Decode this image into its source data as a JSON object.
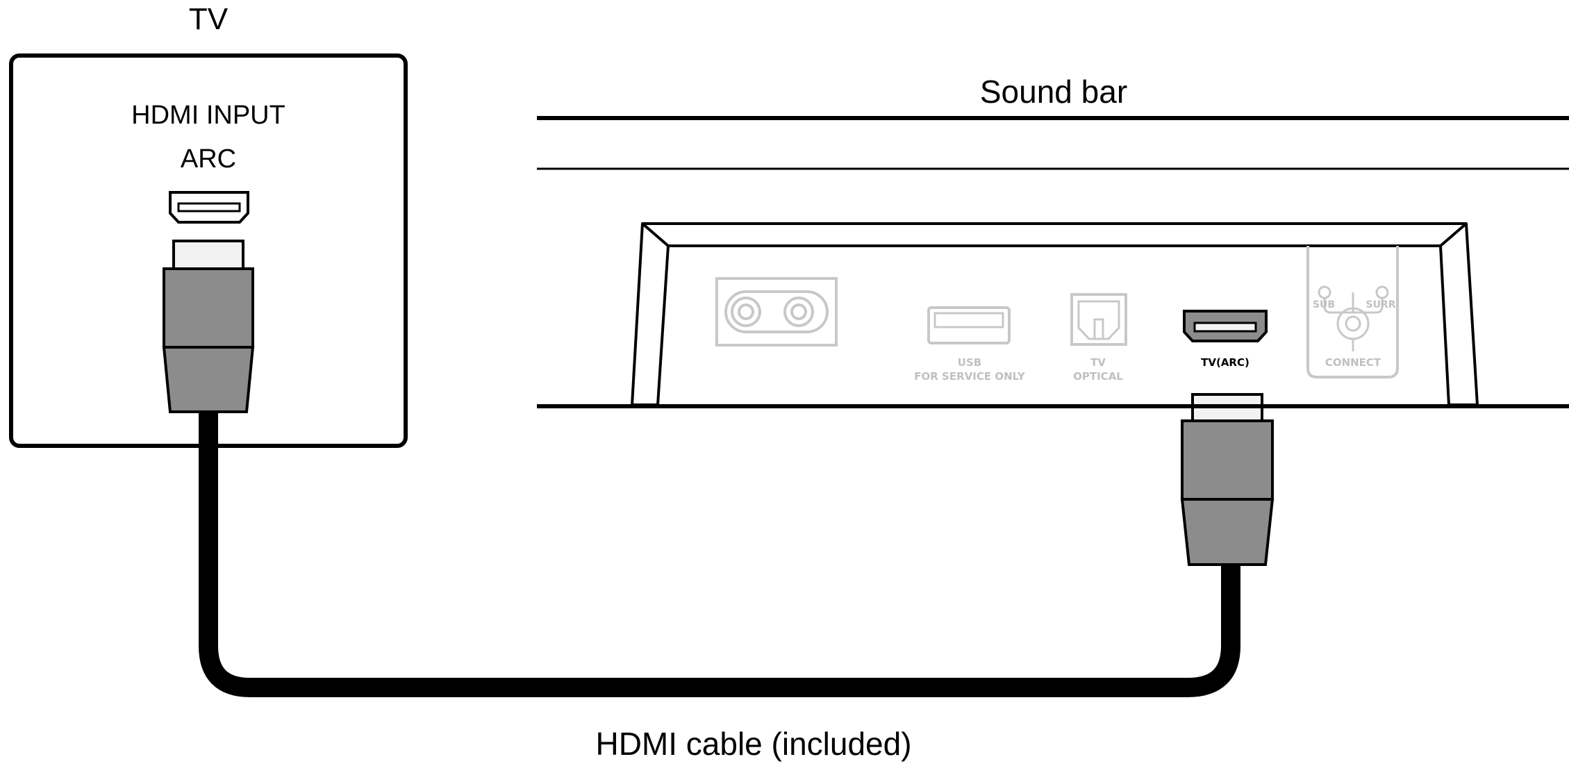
{
  "tv": {
    "title": "TV",
    "port_label_line1": "HDMI INPUT",
    "port_label_line2": "ARC"
  },
  "soundbar": {
    "title": "Sound bar",
    "ports": {
      "usb_line1": "USB",
      "usb_line2": "FOR SERVICE ONLY",
      "optical_line1": "TV",
      "optical_line2": "OPTICAL",
      "hdmi_arc": "TV(ARC)",
      "sub": "SUB",
      "surr": "SURR",
      "connect": "CONNECT"
    }
  },
  "cable": {
    "label": "HDMI cable (included)"
  },
  "colors": {
    "line": "#000000",
    "plug_gray": "#8c8c8c",
    "plug_tip": "#f2f2f2",
    "faded_port": "#c8c8c8",
    "faded_text": "#c0c0c0",
    "background": "#ffffff"
  }
}
